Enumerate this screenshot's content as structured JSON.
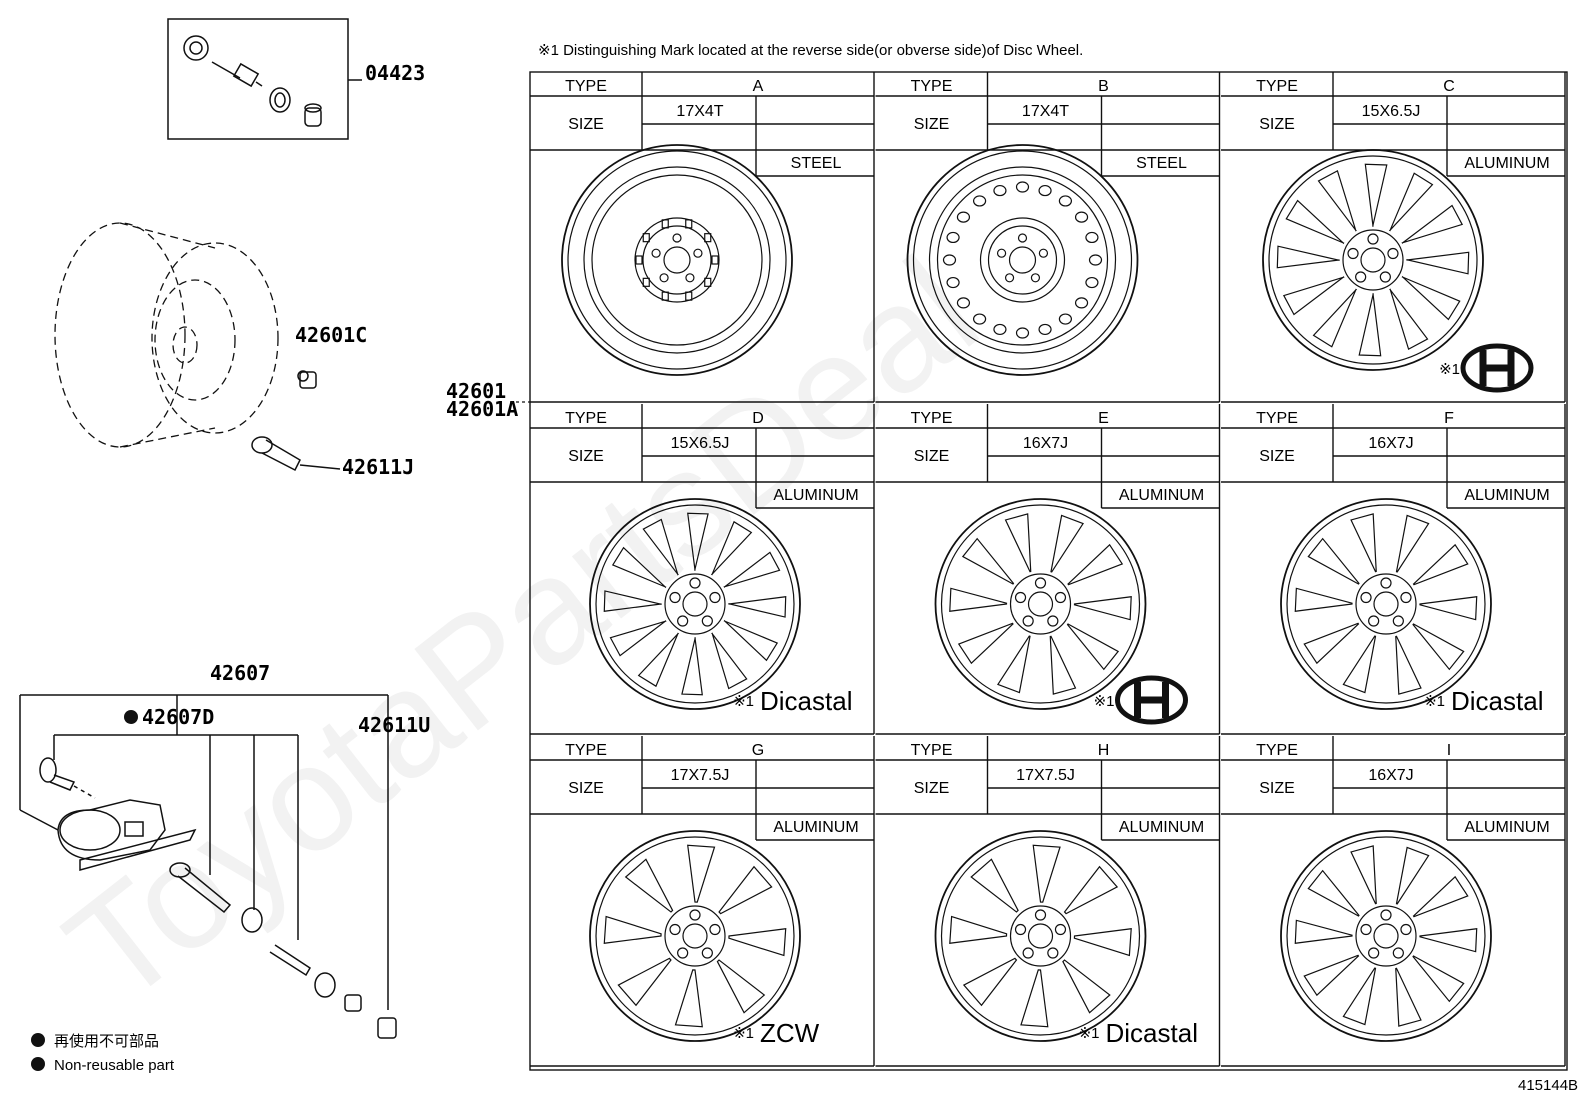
{
  "note_header": "※1 Distinguishing Mark located at the reverse side(or obverse side)of Disc Wheel.",
  "parts": {
    "p04423": "04423",
    "p42601C": "42601C",
    "p42611J": "42611J",
    "p42601": "42601",
    "p42601A": "42601A",
    "p42607": "42607",
    "p42607D": "42607D",
    "p42611U": "42611U"
  },
  "table": {
    "type_label": "TYPE",
    "size_label": "SIZE",
    "mark_ref": "※1",
    "wheels": [
      {
        "type": "A",
        "size": "17X4T",
        "material": "STEEL",
        "mark": "",
        "style": "steel1"
      },
      {
        "type": "B",
        "size": "17X4T",
        "material": "STEEL",
        "mark": "",
        "style": "steel2"
      },
      {
        "type": "C",
        "size": "15X6.5J",
        "material": "ALUMINUM",
        "mark": "H",
        "style": "alloy12"
      },
      {
        "type": "D",
        "size": "15X6.5J",
        "material": "ALUMINUM",
        "mark": "Dicastal",
        "style": "alloy12"
      },
      {
        "type": "E",
        "size": "16X7J",
        "material": "ALUMINUM",
        "mark": "H",
        "style": "alloy10"
      },
      {
        "type": "F",
        "size": "16X7J",
        "material": "ALUMINUM",
        "mark": "Dicastal",
        "style": "alloy10"
      },
      {
        "type": "G",
        "size": "17X7.5J",
        "material": "ALUMINUM",
        "mark": "ZCW",
        "style": "alloy8"
      },
      {
        "type": "H",
        "size": "17X7.5J",
        "material": "ALUMINUM",
        "mark": "Dicastal",
        "style": "alloy8"
      },
      {
        "type": "I",
        "size": "16X7J",
        "material": "ALUMINUM",
        "mark": "",
        "style": "alloy10b"
      }
    ]
  },
  "legend": {
    "line1": "再使用不可部品",
    "line2": "Non-reusable part"
  },
  "figure_id": "415144B",
  "watermark": "ToyotaPartsDeal"
}
